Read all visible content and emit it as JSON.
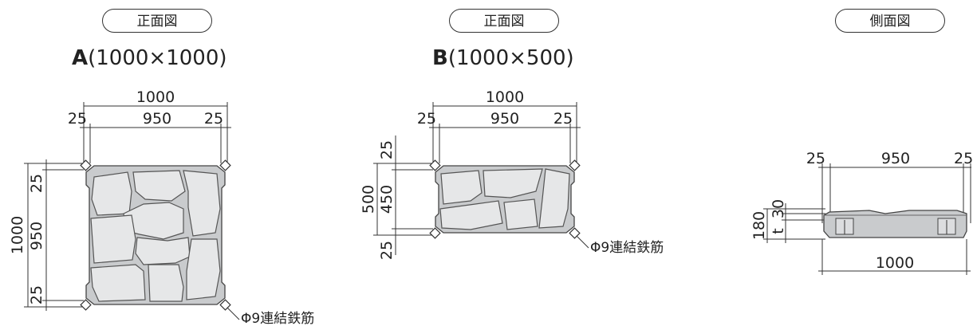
{
  "views": {
    "a": {
      "label": "正面図",
      "letter": "A",
      "size": "(1000×1000)"
    },
    "b": {
      "label": "正面図",
      "letter": "B",
      "size": "(1000×500)"
    },
    "side": {
      "label": "側面図"
    }
  },
  "dims": {
    "a": {
      "total_w": "1000",
      "edge_l": "25",
      "mid_w": "950",
      "edge_r": "25",
      "total_h": "1000",
      "edge_t": "25",
      "mid_h": "950",
      "edge_b": "25"
    },
    "b": {
      "total_w": "1000",
      "edge_l": "25",
      "mid_w": "950",
      "edge_r": "25",
      "total_h": "500",
      "edge_t": "25",
      "mid_h": "450",
      "edge_b": "25"
    },
    "side": {
      "edge_l": "25",
      "mid_w": "950",
      "edge_r": "25",
      "total_w": "1000",
      "total_h": "180",
      "top": "30",
      "t": "t"
    }
  },
  "annotations": {
    "rebar_a": "Φ9連結鉄筋",
    "rebar_b": "Φ9連結鉄筋"
  }
}
